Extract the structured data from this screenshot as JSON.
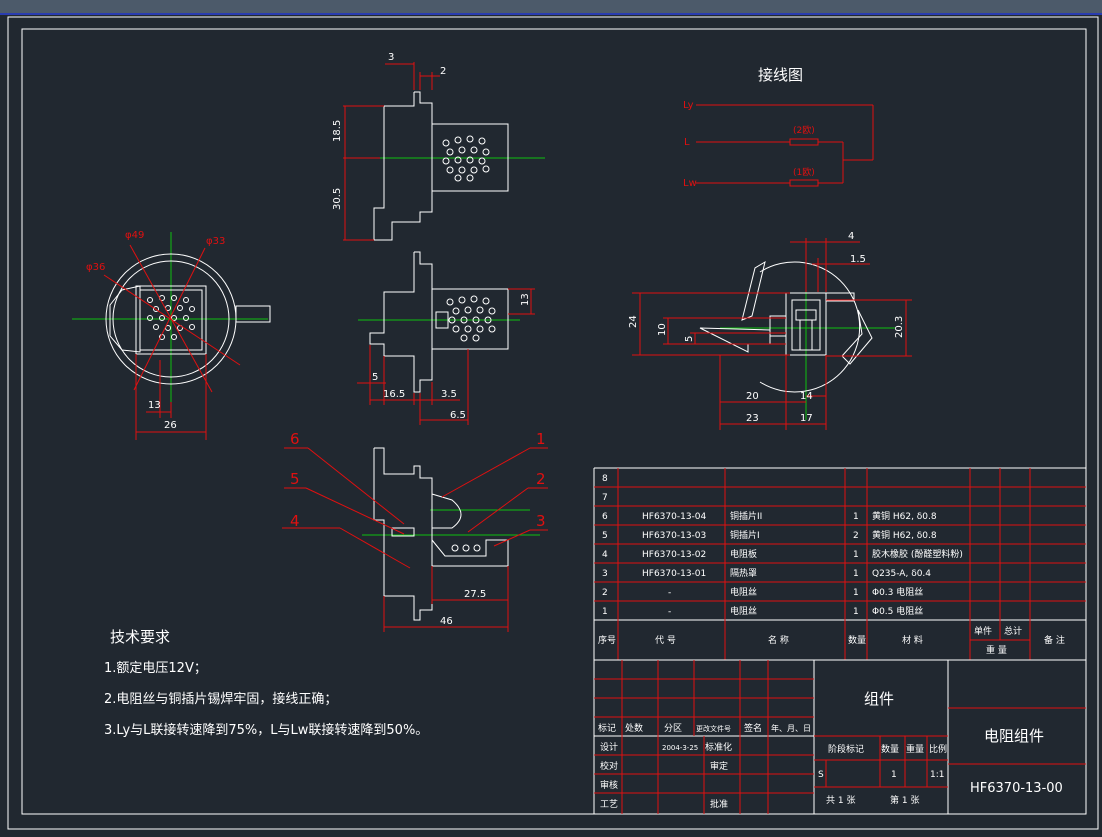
{
  "wiring": {
    "title": "接线图",
    "terminals": [
      "Ly",
      "L",
      "Lw"
    ],
    "resistor_labels": [
      "(2欧)",
      "(1欧)"
    ]
  },
  "dimensions": {
    "top": [
      "3",
      "2",
      "18.5",
      "30.5"
    ],
    "middle": [
      "13",
      "5",
      "16.5",
      "3.5",
      "6.5"
    ],
    "left": [
      "φ49",
      "φ33",
      "φ36",
      "13",
      "26"
    ],
    "right": [
      "4",
      "1.5",
      "24",
      "10",
      "5",
      "20.3",
      "20",
      "14",
      "23",
      "17"
    ],
    "section": [
      "27.5",
      "46"
    ]
  },
  "callouts": [
    "1",
    "2",
    "3",
    "4",
    "5",
    "6"
  ],
  "tech": {
    "title": "技术要求",
    "items": [
      "1.额定电压12V；",
      "2.电阻丝与铜插片锡焊牢固，接线正确；",
      "3.Ly与L联接转速降到75%，L与Lw联接转速降到50%。"
    ]
  },
  "bom": {
    "rows": [
      {
        "no": "8",
        "code": "",
        "name": "",
        "qty": "",
        "material": "",
        "unit": "",
        "total": "",
        "note": ""
      },
      {
        "no": "7",
        "code": "",
        "name": "",
        "qty": "",
        "material": "",
        "unit": "",
        "total": "",
        "note": ""
      },
      {
        "no": "6",
        "code": "HF6370-13-04",
        "name": "铜插片II",
        "qty": "1",
        "material": "黄铜 H62, δ0.8",
        "unit": "",
        "total": "",
        "note": ""
      },
      {
        "no": "5",
        "code": "HF6370-13-03",
        "name": "铜插片I",
        "qty": "2",
        "material": "黄铜 H62, δ0.8",
        "unit": "",
        "total": "",
        "note": ""
      },
      {
        "no": "4",
        "code": "HF6370-13-02",
        "name": "电阻板",
        "qty": "1",
        "material": "胶木橡胶 (酚醛塑料粉)",
        "unit": "",
        "total": "",
        "note": ""
      },
      {
        "no": "3",
        "code": "HF6370-13-01",
        "name": "隔热罩",
        "qty": "1",
        "material": "Q235-A, δ0.4",
        "unit": "",
        "total": "",
        "note": ""
      },
      {
        "no": "2",
        "code": "-",
        "name": "电阻丝",
        "qty": "1",
        "material": "Φ0.3 电阻丝",
        "unit": "",
        "total": "",
        "note": ""
      },
      {
        "no": "1",
        "code": "-",
        "name": "电阻丝",
        "qty": "1",
        "material": "Φ0.5 电阻丝",
        "unit": "",
        "total": "",
        "note": ""
      }
    ],
    "header": {
      "no": "序号",
      "code": "代 号",
      "name": "名 称",
      "qty": "数量",
      "material": "材 料",
      "unit": "单件",
      "total": "总计",
      "weight": "重 量",
      "note": "备 注"
    }
  },
  "title_block": {
    "group": "组件",
    "name": "电阻组件",
    "drawing_no": "HF6370-13-00",
    "change_row": [
      "标记",
      "处数",
      "分区",
      "更改文件号",
      "签名",
      "年、月、日"
    ],
    "design": "设计",
    "design_date": "2004-3-25",
    "standard": "标准化",
    "check": "校对",
    "review": "审定",
    "audit": "审核",
    "process": "工艺",
    "approve": "批准",
    "stage_mark": "阶段标记",
    "qty": "数量",
    "weight": "重量",
    "scale": "比例",
    "stage_value": "S",
    "qty_value": "1",
    "scale_value": "1:1",
    "sheets": "共 1 张",
    "sheet": "第 1 张"
  }
}
